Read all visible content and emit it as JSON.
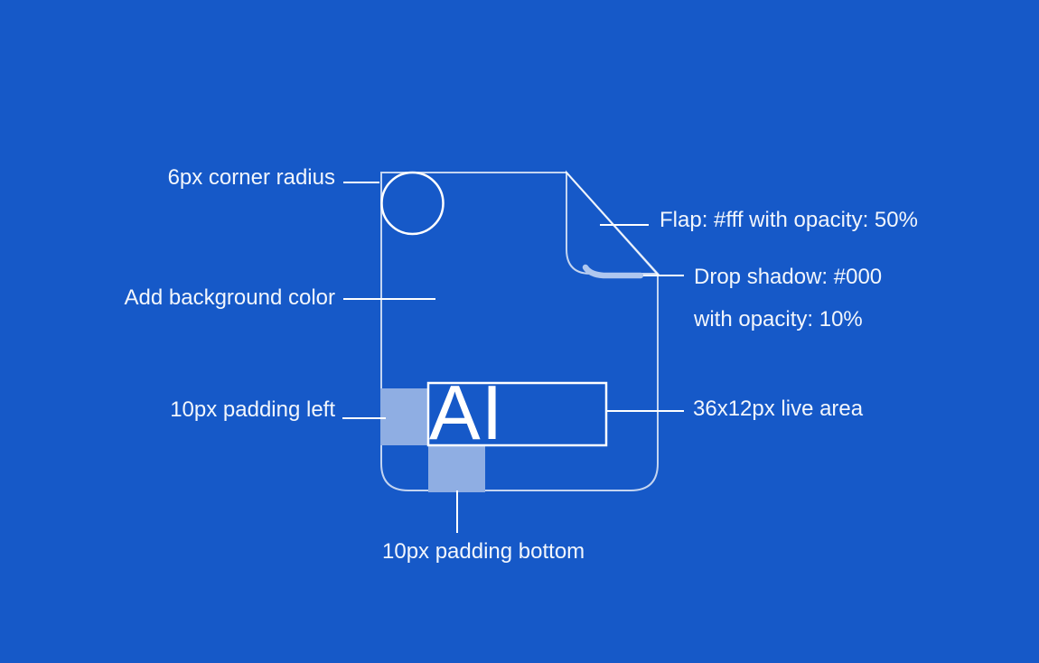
{
  "labels": {
    "corner_radius": "6px corner radius",
    "background": "Add background color",
    "padding_left": "10px padding left",
    "padding_bottom": "10px padding bottom",
    "flap": "Flap: #fff with opacity: 50%",
    "drop_shadow_line1": "Drop shadow: #000",
    "drop_shadow_line2": "with opacity: 10%",
    "live_area": "36x12px live area"
  },
  "icon": {
    "file_type_text": "AI"
  },
  "colors": {
    "background": "#1659C8",
    "line": "#FFFFFF",
    "padding_overlay": "#8FAEE3",
    "drop_shadow_strip": "#AFC7EF",
    "label_text": "#F2F6FC"
  }
}
